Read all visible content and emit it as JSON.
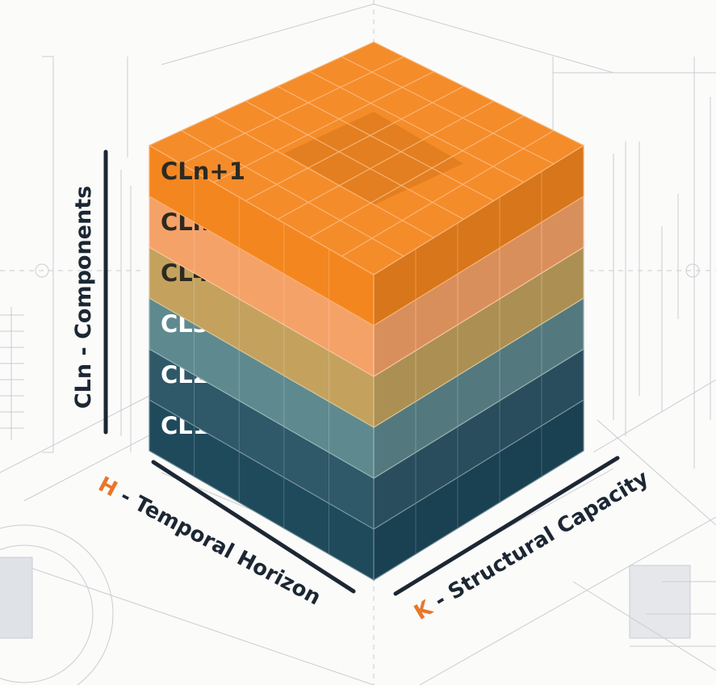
{
  "diagram": {
    "vertical_axis": {
      "label": "CLn - Components"
    },
    "left_axis": {
      "letter": "H",
      "rest": " - Temporal Horizon"
    },
    "right_axis": {
      "letter": "K",
      "rest": " - Structural Capacity"
    },
    "layers": [
      {
        "label": "CL1",
        "color": "#1e4a5c",
        "text_color": "#ffffff"
      },
      {
        "label": "CL2",
        "color": "#2f5869",
        "text_color": "#ffffff"
      },
      {
        "label": "CL3",
        "color": "#5e8a8f",
        "text_color": "#ffffff"
      },
      {
        "label": "CL4",
        "color": "#c4a25e",
        "text_color": "#2c2a22"
      },
      {
        "label": "CLn",
        "color": "#f5a268",
        "text_color": "#2c2a22"
      },
      {
        "label": "CLn+1",
        "color": "#f4861f",
        "text_color": "#2c2a22"
      }
    ],
    "accent_color": "#e8772a",
    "line_color": "#1c2733"
  }
}
